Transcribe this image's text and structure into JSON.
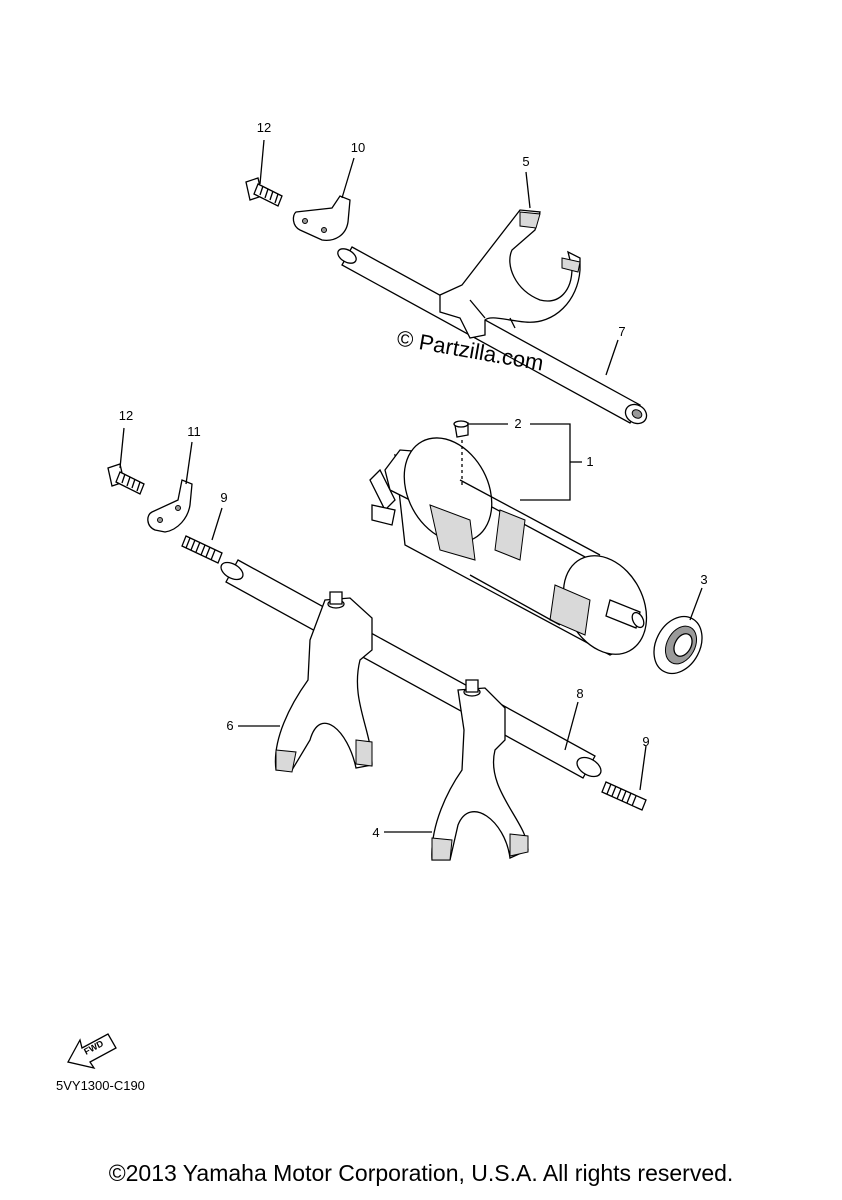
{
  "diagram": {
    "callouts": [
      {
        "id": "c12a",
        "label": "12"
      },
      {
        "id": "c10",
        "label": "10"
      },
      {
        "id": "c5",
        "label": "5"
      },
      {
        "id": "c7",
        "label": "7"
      },
      {
        "id": "c2",
        "label": "2"
      },
      {
        "id": "c1",
        "label": "1"
      },
      {
        "id": "c12b",
        "label": "12"
      },
      {
        "id": "c11",
        "label": "11"
      },
      {
        "id": "c9a",
        "label": "9"
      },
      {
        "id": "c3",
        "label": "3"
      },
      {
        "id": "c8",
        "label": "8"
      },
      {
        "id": "c6",
        "label": "6"
      },
      {
        "id": "c9b",
        "label": "9"
      },
      {
        "id": "c4",
        "label": "4"
      }
    ],
    "watermark": "© Partzilla.com",
    "fwd_label": "FWD",
    "reference_code": "5VY1300-C190"
  },
  "footer": {
    "copyright": "©2013 Yamaha Motor Corporation, U.S.A. All rights reserved."
  }
}
